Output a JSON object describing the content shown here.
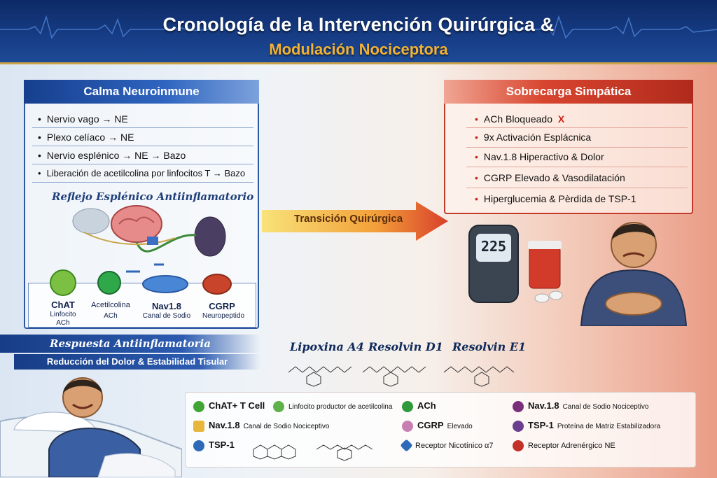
{
  "header": {
    "title_line1": "Cronología de la Intervención Quirúrgica &",
    "title_line2": "Modulación Nociceptora"
  },
  "left_panel": {
    "title": "Calma Neuroinmune",
    "items": [
      "Nervio vago → NE",
      "Plexo celíaco → NE",
      "Nervio esplénico → NE → Bazo",
      "Liberación de acetilcolina por linfocitos T → Bazo"
    ],
    "reflex_title": "Reflejo Esplénico Antiinflamatorio",
    "components": [
      {
        "label": "ChAT",
        "sub1": "Linfocito",
        "sub2": "ACh"
      },
      {
        "label": "Acetilcolina",
        "sub1": "ACh",
        "sub2": ""
      },
      {
        "label": "Nav1.8",
        "sub1": "Canal de Sodio",
        "sub2": ""
      },
      {
        "label": "CGRP",
        "sub1": "Neuropeptido",
        "sub2": ""
      }
    ]
  },
  "transition": {
    "label": "Transición Quirúrgica"
  },
  "right_panel": {
    "title": "Sobrecarga Simpática",
    "items": [
      {
        "text": "ACh Bloqueado",
        "mark": "X"
      },
      {
        "text": "9x Activación Esplácnica"
      },
      {
        "text": "Nav.1.8 Hiperactivo & Dolor"
      },
      {
        "text": "CGRP Elevado & Vasodilatación"
      },
      {
        "text": "Hiperglucemia & Pèrdida de TSP-1"
      }
    ],
    "glucose_reading": "225"
  },
  "bottom": {
    "response_title": "Respuesta Antiinflamatoria",
    "response_sub": "Reducción del Dolor & Estabilidad Tisular",
    "molecules": [
      "Lipoxina A4",
      "Resolvin D1",
      "Resolvin E1"
    ]
  },
  "legend": {
    "items": [
      {
        "bold": "ChAT+ T Cell",
        "small": "",
        "color": "#3fa535"
      },
      {
        "bold": "",
        "small": "Linfocito productor de acetilcolina",
        "color": "#5fb24a"
      },
      {
        "bold": "ACh",
        "small": "",
        "color": "#2e9a3a"
      },
      {
        "bold": "Nav.1.8",
        "small": "Canal de Sodio Nociceptivo",
        "color": "#7a2f7a"
      },
      {
        "bold": "Nav.1.8",
        "small": "Canal de Sodio Nociceptivo",
        "color": "#e7b63a"
      },
      {
        "bold": "CGRP",
        "small": "Elevado",
        "color": "#c77fb1"
      },
      {
        "bold": "TSP-1",
        "small": "Proteína de Matriz Estabilizadora",
        "color": "#6a3f8f"
      },
      {
        "bold": "TSP-1",
        "small": "",
        "color": "#2f6ab8"
      },
      {
        "bold": "",
        "small": "Receptor Nicotínico α7",
        "color": "#2f6ab8"
      },
      {
        "bold": "",
        "small": "Receptor Adrenérgico NE",
        "color": "#c23028"
      }
    ]
  }
}
